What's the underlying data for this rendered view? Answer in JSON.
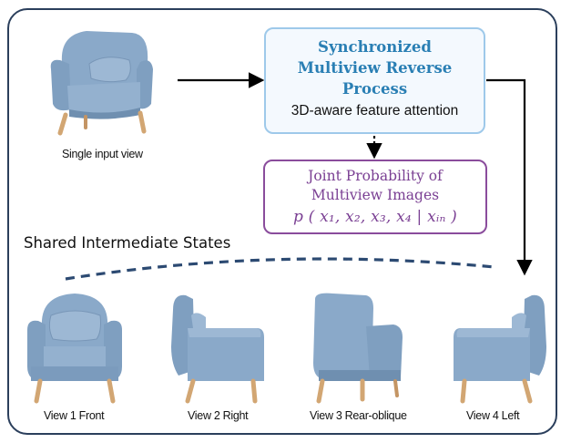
{
  "input_label": "Single input view",
  "sync_box": {
    "title": "Synchronized\nMultiview Reverse\nProcess",
    "subtitle": "3D-aware feature attention"
  },
  "joint_box": {
    "title": "Joint Probability of\nMultiview Images",
    "formula": "p ( x₁, x₂, x₃, x₄ | xᵢₙ )"
  },
  "shared_label": "Shared Intermediate States",
  "views": [
    {
      "label": "View 1 Front"
    },
    {
      "label": "View 2 Right"
    },
    {
      "label": "View 3 Rear-oblique"
    },
    {
      "label": "View 4 Left"
    }
  ],
  "colors": {
    "chair_fabric": "#8aa9c9",
    "chair_shadow": "#6f8fb0",
    "chair_leg": "#d2a673",
    "sync_border": "#9ec9ea",
    "sync_title": "#2a7fb4",
    "joint_border": "#8a4c9c",
    "dashed_curve": "#2c4a72"
  }
}
